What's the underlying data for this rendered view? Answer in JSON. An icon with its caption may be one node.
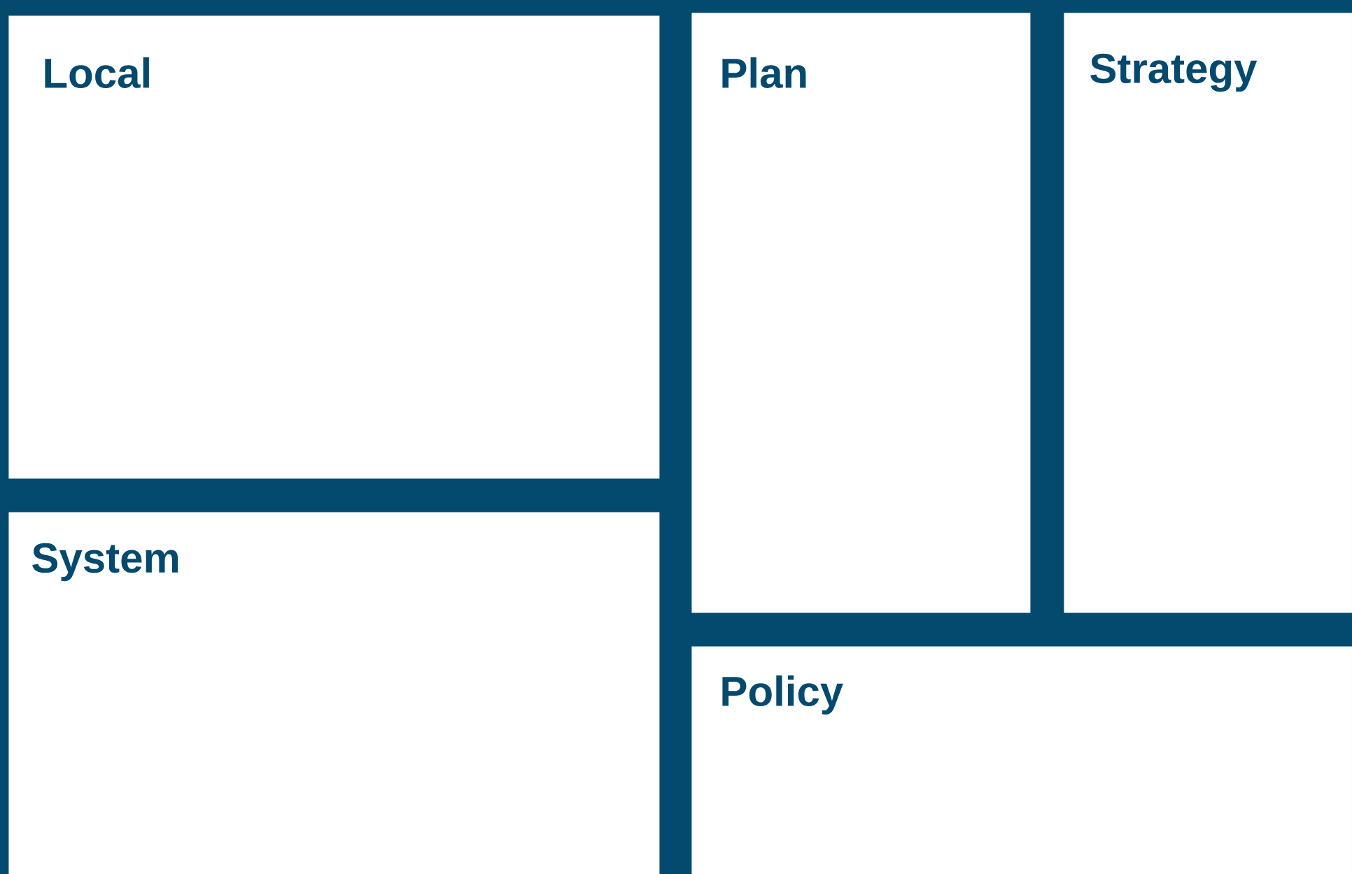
{
  "diagram": {
    "nodes": [
      {
        "text": [
          "Local"
        ]
      },
      {
        "text": [
          "System"
        ]
      },
      {
        "text": [
          "Plan"
        ]
      },
      {
        "text": [
          "Strategy"
        ]
      },
      {
        "text": [
          "Policy"
        ]
      }
    ]
  }
}
